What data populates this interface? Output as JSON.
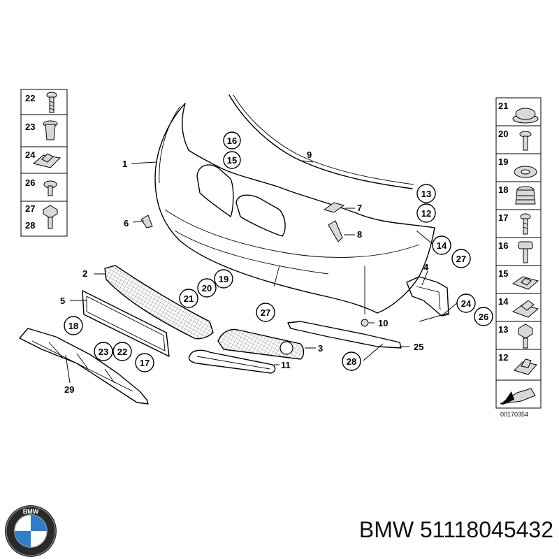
{
  "diagram": {
    "callouts": [
      {
        "id": "c1",
        "label": "1"
      },
      {
        "id": "c2",
        "label": "2"
      },
      {
        "id": "c3",
        "label": "3"
      },
      {
        "id": "c4",
        "label": "4"
      },
      {
        "id": "c5",
        "label": "5"
      },
      {
        "id": "c6",
        "label": "6"
      },
      {
        "id": "c7",
        "label": "7"
      },
      {
        "id": "c8",
        "label": "8"
      },
      {
        "id": "c9",
        "label": "9"
      },
      {
        "id": "c10",
        "label": "10"
      },
      {
        "id": "c11",
        "label": "11"
      },
      {
        "id": "c25",
        "label": "25"
      },
      {
        "id": "c29",
        "label": "29"
      }
    ],
    "circled": [
      {
        "id": "k16",
        "label": "16"
      },
      {
        "id": "k15",
        "label": "15"
      },
      {
        "id": "k13",
        "label": "13"
      },
      {
        "id": "k12",
        "label": "12"
      },
      {
        "id": "k14",
        "label": "14"
      },
      {
        "id": "k27a",
        "label": "27"
      },
      {
        "id": "k19",
        "label": "19"
      },
      {
        "id": "k20",
        "label": "20"
      },
      {
        "id": "k21",
        "label": "21"
      },
      {
        "id": "k27b",
        "label": "27"
      },
      {
        "id": "k18",
        "label": "18"
      },
      {
        "id": "k23",
        "label": "23"
      },
      {
        "id": "k22",
        "label": "22"
      },
      {
        "id": "k17",
        "label": "17"
      },
      {
        "id": "k24",
        "label": "24"
      },
      {
        "id": "k26",
        "label": "26"
      },
      {
        "id": "k28",
        "label": "28"
      }
    ],
    "left_legend": [
      "22",
      "23",
      "24",
      "26",
      "27",
      "28"
    ],
    "right_legend": [
      "21",
      "20",
      "19",
      "18",
      "17",
      "16",
      "15",
      "14",
      "13",
      "12"
    ],
    "drawing_ref": "00170354"
  },
  "brand": {
    "logo_letters": "BMW",
    "caption": "BMW 51118045432"
  }
}
